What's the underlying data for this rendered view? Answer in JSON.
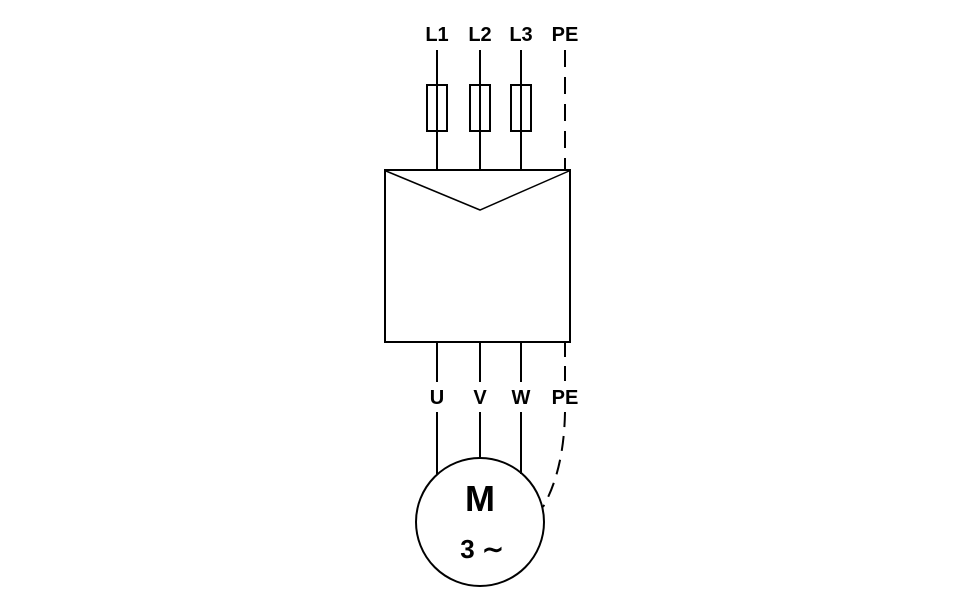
{
  "diagram": {
    "kind": "three-phase motor supply wiring",
    "colors": {
      "line": "#000000",
      "background": "#ffffff"
    },
    "supply": {
      "labels": [
        "L1",
        "L2",
        "L3",
        "PE"
      ]
    },
    "output": {
      "labels": [
        "U",
        "V",
        "W",
        "PE"
      ]
    },
    "motor": {
      "designation": "M",
      "phase": "3 ∼"
    }
  }
}
